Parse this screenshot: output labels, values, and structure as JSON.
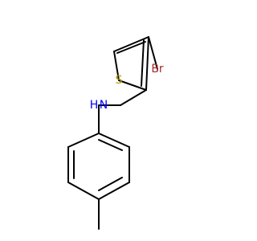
{
  "molecule": {
    "colors": {
      "bond": "#000000",
      "bromine": "#a52a2a",
      "sulfur": "#b8a000",
      "nitrogen": "#0000ff",
      "background": "#ffffff"
    },
    "atoms": {
      "bromine": "Br",
      "sulfur": "S",
      "amine": "H N"
    }
  }
}
